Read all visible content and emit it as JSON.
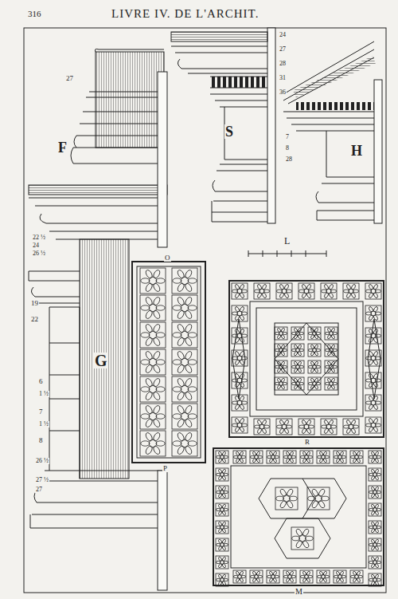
{
  "diagram": {
    "title": "LIVRE IV. DE L'ARCHIT.",
    "labels": [
      "316",
      "F",
      "S",
      "H",
      "G",
      "27",
      "22 ½",
      "24",
      "26 ½",
      "19",
      "22",
      "6",
      "1 ½",
      "7",
      "1 ½",
      "8",
      "26 ½",
      "27 ½",
      "27",
      "24",
      "27",
      "28",
      "31",
      "36",
      "7",
      "8",
      "28",
      "L",
      "O",
      "P",
      "R",
      "M"
    ]
  }
}
